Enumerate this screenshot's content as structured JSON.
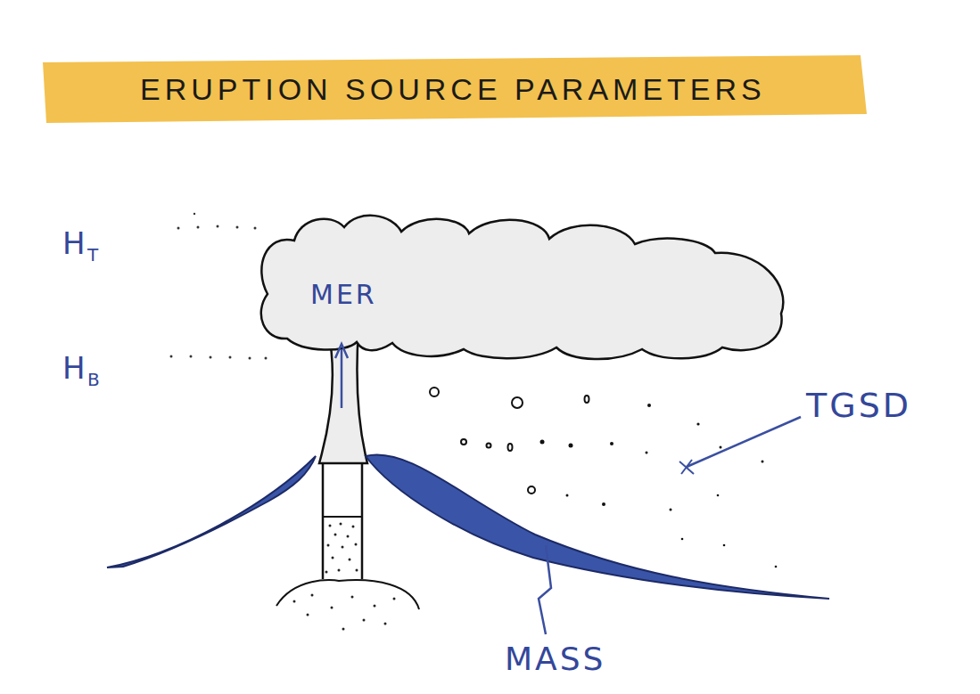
{
  "diagram": {
    "title": "ERUPTION SOURCE PARAMETERS",
    "labels": [
      "H",
      "T",
      "MER",
      "H",
      "B",
      "TGSD",
      "MASS"
    ]
  }
}
